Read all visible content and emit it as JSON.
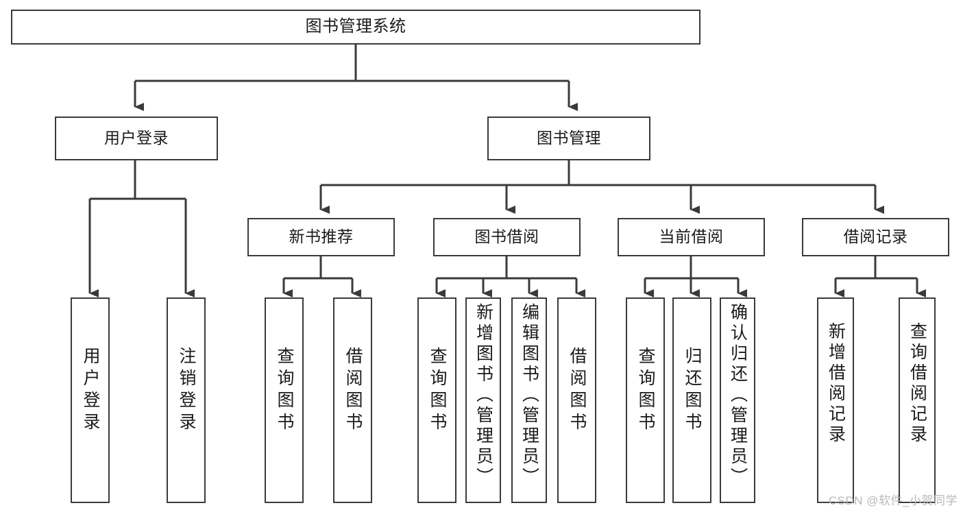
{
  "diagram": {
    "type": "tree",
    "title": "图书管理系统",
    "colors": {
      "stroke": "#3a3a3a",
      "fill": "#ffffff",
      "text": "#1a1a1a",
      "watermark": "#b9b9b9"
    },
    "nodes": {
      "root": {
        "label": "图书管理系统"
      },
      "user_login": {
        "label": "用户登录"
      },
      "book_manage": {
        "label": "图书管理"
      },
      "new_book_rec": {
        "label": "新书推荐"
      },
      "book_borrow": {
        "label": "图书借阅"
      },
      "current_borrow": {
        "label": "当前借阅"
      },
      "borrow_record": {
        "label": "借阅记录"
      },
      "leaf_user_login": {
        "label": "用户登录"
      },
      "leaf_user_logout": {
        "label": "注销登录"
      },
      "leaf_query_book_1": {
        "label": "查询图书"
      },
      "leaf_borrow_book_1": {
        "label": "借阅图书"
      },
      "leaf_query_book_2": {
        "label": "查询图书"
      },
      "leaf_add_book": {
        "label": "新增图书（管理员）"
      },
      "leaf_edit_book": {
        "label": "编辑图书（管理员）"
      },
      "leaf_borrow_book_2": {
        "label": "借阅图书"
      },
      "leaf_query_book_3": {
        "label": "查询图书"
      },
      "leaf_return_book": {
        "label": "归还图书"
      },
      "leaf_confirm_return": {
        "label": "确认归还（管理员）"
      },
      "leaf_add_record": {
        "label": "新增借阅记录"
      },
      "leaf_query_record": {
        "label": "查询借阅记录"
      }
    }
  },
  "watermark": {
    "text": "CSDN @软件_小贺同学"
  }
}
